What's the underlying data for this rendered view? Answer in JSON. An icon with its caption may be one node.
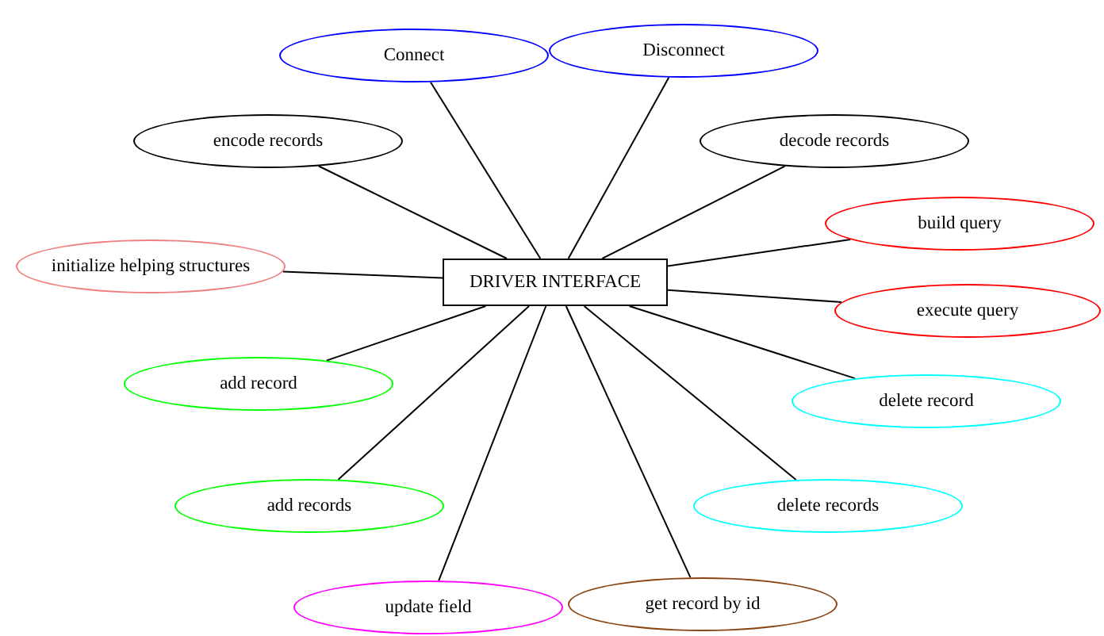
{
  "diagram": {
    "nodes": [
      {
        "text": [
          "Connect"
        ]
      },
      {
        "text": [
          "Disconnect"
        ]
      },
      {
        "text": [
          "encode records"
        ]
      },
      {
        "text": [
          "decode records"
        ]
      },
      {
        "text": [
          "build query"
        ]
      },
      {
        "text": [
          "initialize helping structures"
        ]
      },
      {
        "text": [
          "DRIVER INTERFACE"
        ]
      },
      {
        "text": [
          "execute query"
        ]
      },
      {
        "text": [
          "add record"
        ]
      },
      {
        "text": [
          "delete record"
        ]
      },
      {
        "text": [
          "add records"
        ]
      },
      {
        "text": [
          "delete records"
        ]
      },
      {
        "text": [
          "update field"
        ]
      },
      {
        "text": [
          "get record by id"
        ]
      }
    ],
    "edges": [
      {
        "from": 6,
        "to": 0,
        "arrow": "none"
      },
      {
        "from": 6,
        "to": 1,
        "arrow": "none"
      },
      {
        "from": 6,
        "to": 2,
        "arrow": "none"
      },
      {
        "from": 6,
        "to": 3,
        "arrow": "none"
      },
      {
        "from": 6,
        "to": 4,
        "arrow": "none"
      },
      {
        "from": 6,
        "to": 5,
        "arrow": "none"
      },
      {
        "from": 6,
        "to": 7,
        "arrow": "none"
      },
      {
        "from": 6,
        "to": 8,
        "arrow": "none"
      },
      {
        "from": 6,
        "to": 9,
        "arrow": "none"
      },
      {
        "from": 6,
        "to": 10,
        "arrow": "none"
      },
      {
        "from": 6,
        "to": 11,
        "arrow": "none"
      },
      {
        "from": 6,
        "to": 12,
        "arrow": "none"
      },
      {
        "from": 6,
        "to": 13,
        "arrow": "none"
      }
    ]
  }
}
